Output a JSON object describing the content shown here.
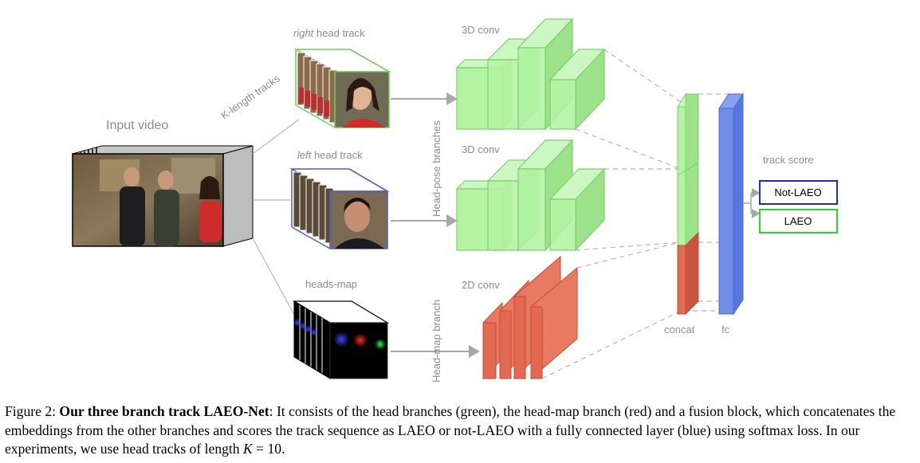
{
  "figure": {
    "input_video_label": "Input video",
    "klength_label": "K-length tracks",
    "right_track": {
      "prefix": "right",
      "suffix": " head track"
    },
    "left_track": {
      "prefix": "left",
      "suffix": " head track"
    },
    "heads_map_label": "heads-map",
    "conv3d_label": "3D conv",
    "conv2d_label": "2D conv",
    "head_pose_label": "Head-pose branches",
    "head_map_branch_label": "Head-map branch",
    "concat_label": "concat",
    "fc_label": "fc",
    "track_score_label": "track score",
    "not_laeo_label": "Not-LAEO",
    "laeo_label": "LAEO",
    "colors": {
      "green_face": "#b4f3a4",
      "green_edge": "#7ccf69",
      "red_face": "#e26a50",
      "red_edge": "#c54a32",
      "blue_face": "#6f8ee6",
      "blue_edge": "#4a6bd6",
      "arrow": "#a8a8a8",
      "dashes": "#b5b5b5",
      "not_laeo_border": "#1a2ad6",
      "laeo_border": "#2ed12e"
    }
  },
  "caption": {
    "prefix": "Figure 2: ",
    "title": "Our three branch track LAEO-Net",
    "text_1": ": It consists of the head branches (green), the head-map branch (red) and a fusion block, which concatenates the embeddings from the other branches and scores the track sequence as LAEO or not-LAEO with a fully connected layer (blue) using softmax loss. In our experiments, we use head tracks of length ",
    "var": "K",
    "text_2": " = 10."
  }
}
